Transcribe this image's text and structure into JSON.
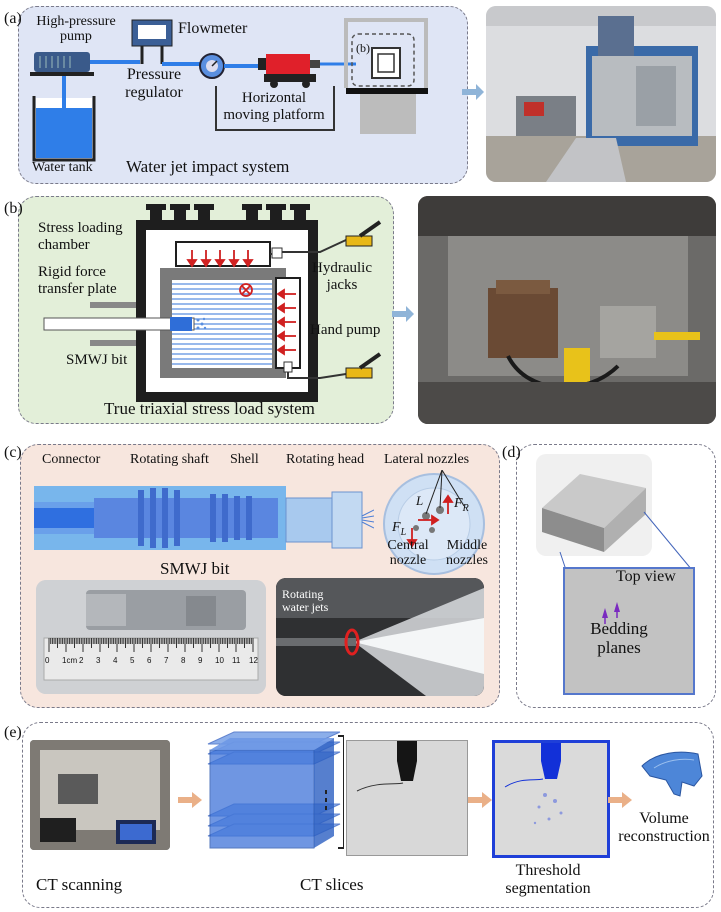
{
  "panel_a": {
    "letter": "(a)",
    "b_tag": "(b)",
    "labels": {
      "pump": "High-pressure pump",
      "regulator": "Pressure regulator",
      "flowmeter": "Flowmeter",
      "platform": "Horizontal moving platform",
      "tank": "Water tank",
      "caption": "Water jet impact system"
    }
  },
  "panel_b": {
    "letter": "(b)",
    "labels": {
      "chamber": "Stress loading chamber",
      "plate": "Rigid force transfer plate",
      "jacks": "Hydraulic jacks",
      "handpump": "Hand pump",
      "bit": "SMWJ bit",
      "caption": "True triaxial stress load system"
    }
  },
  "panel_c": {
    "letter": "(c)",
    "labels": {
      "connector": "Connector",
      "shaft": "Rotating shaft",
      "shell": "Shell",
      "head": "Rotating head",
      "lateral": "Lateral nozzles",
      "central": "Central nozzle",
      "middle": "Middle nozzles",
      "fr": "F",
      "fr_sub": "R",
      "fl": "F",
      "fl_sub": "L",
      "l": "L",
      "caption": "SMWJ bit",
      "rotating_jets": "Rotating water jets",
      "ruler": [
        "0",
        "1cm",
        "2",
        "3",
        "4",
        "5",
        "6",
        "7",
        "8",
        "9",
        "10",
        "11",
        "12"
      ]
    }
  },
  "panel_d": {
    "letter": "(d)",
    "labels": {
      "top_view": "Top view",
      "bedding": "Bedding planes"
    }
  },
  "panel_e": {
    "letter": "(e)",
    "labels": {
      "ct_scan": "CT scanning",
      "ct_slices": "CT slices",
      "threshold": "Threshold segmentation",
      "volume": "Volume reconstruction"
    }
  },
  "colors": {
    "panel_a_bg": "#dfe5f5",
    "panel_b_bg": "#e3efd9",
    "panel_c_bg": "#f7e6de",
    "arrow": "#8fb4d8",
    "arrow_e": "#eab088",
    "bit_blue": "#5a8fe0"
  }
}
